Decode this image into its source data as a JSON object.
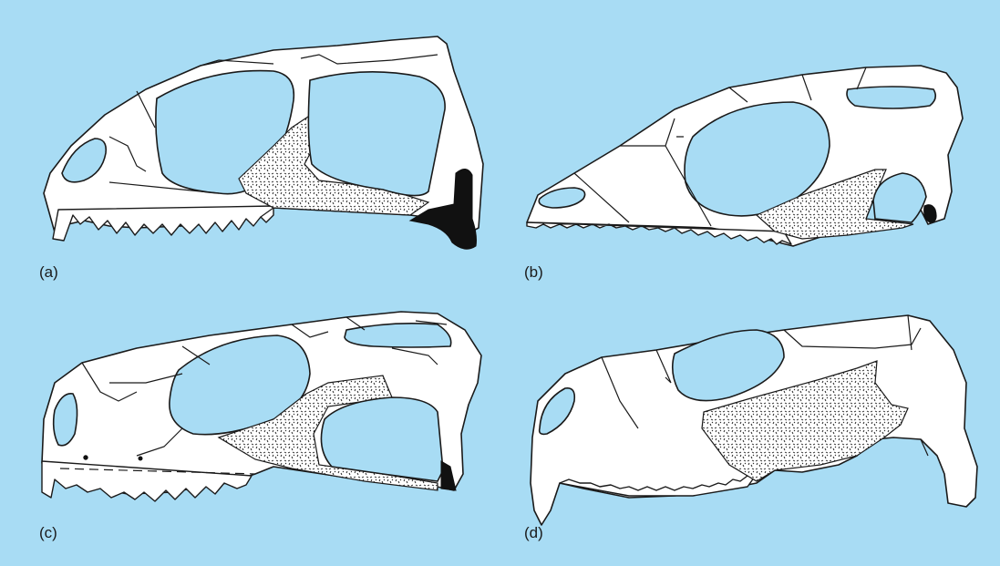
{
  "panels": [
    {
      "id": "a",
      "label": "(a)"
    },
    {
      "id": "b",
      "label": "(b)"
    },
    {
      "id": "c",
      "label": "(c)"
    },
    {
      "id": "d",
      "label": "(d)"
    }
  ],
  "colors": {
    "background": "#a8dcf4",
    "bone": "#ffffff",
    "outline": "#1a1a1a",
    "quadratojugal": "#111111"
  }
}
